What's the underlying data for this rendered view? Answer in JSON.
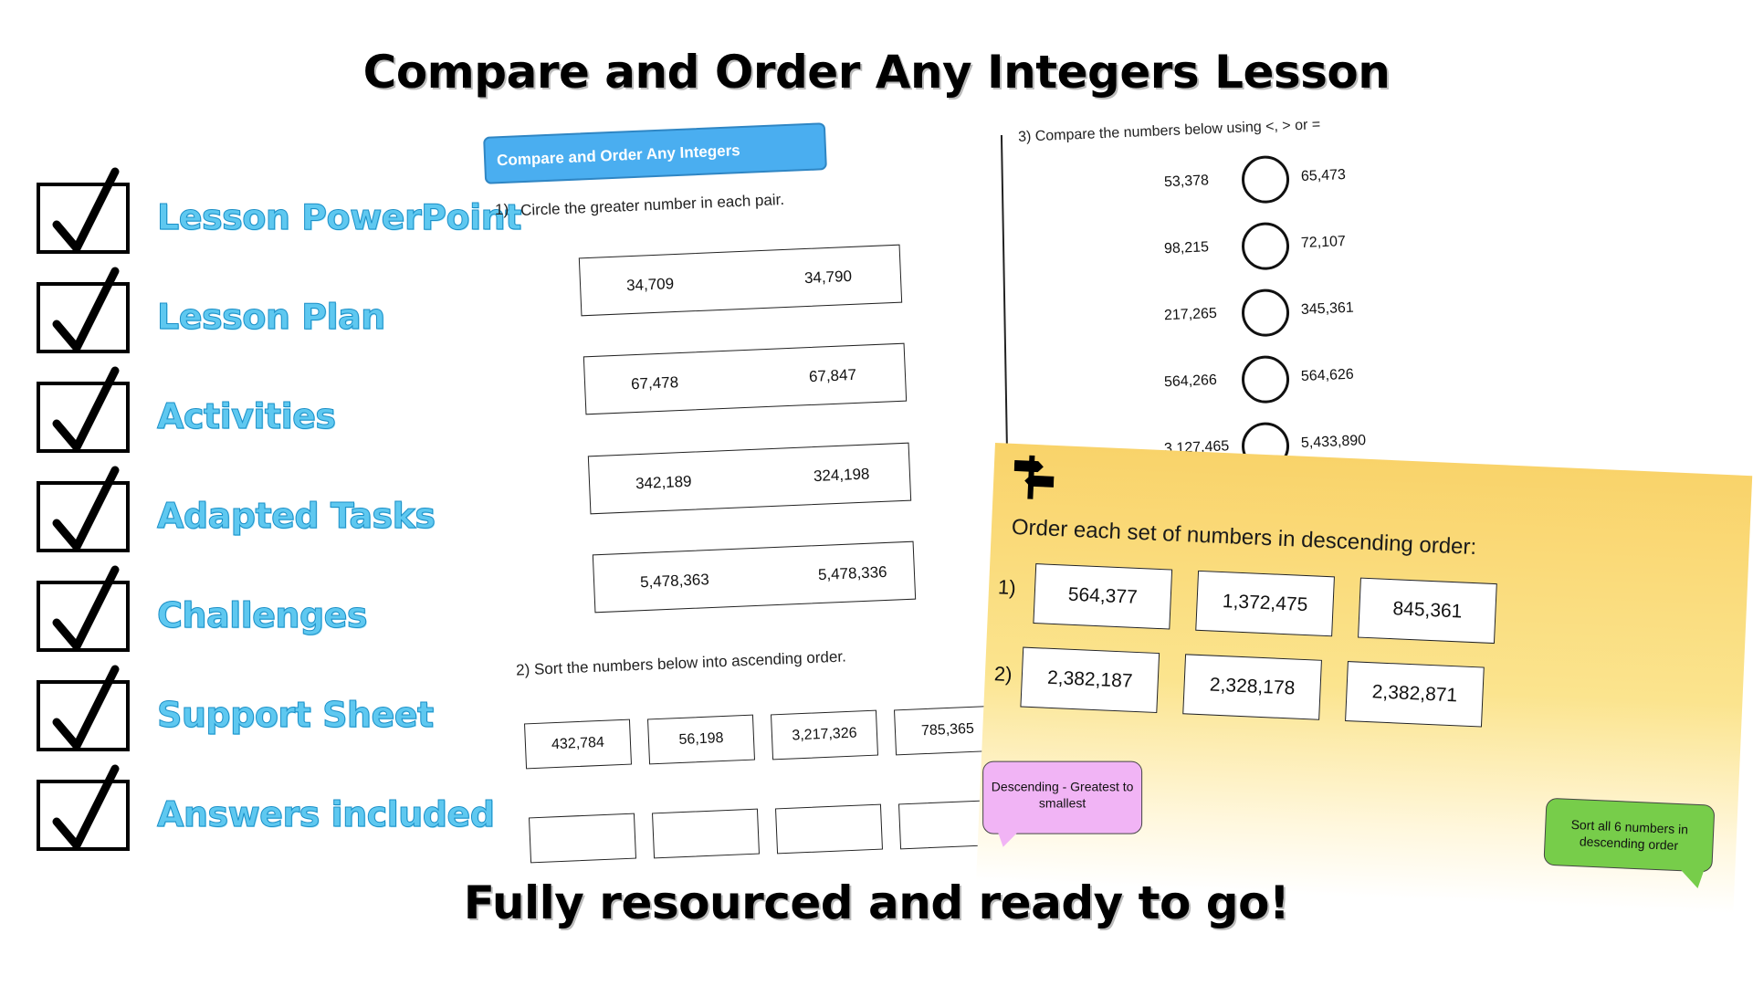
{
  "title": "Compare and Order Any Integers Lesson",
  "footer": "Fully resourced and ready to go!",
  "checklist": [
    {
      "label": "Lesson PowerPoint"
    },
    {
      "label": "Lesson Plan"
    },
    {
      "label": "Activities"
    },
    {
      "label": "Adapted Tasks"
    },
    {
      "label": "Challenges"
    },
    {
      "label": "Support Sheet"
    },
    {
      "label": "Answers included"
    }
  ],
  "worksheet": {
    "banner": "Compare and Order Any Integers",
    "q1": "Circle the greater number in each pair.",
    "q1_num": "1)",
    "pairs": [
      {
        "a": "34,709",
        "b": "34,790"
      },
      {
        "a": "67,478",
        "b": "67,847"
      },
      {
        "a": "342,189",
        "b": "324,198"
      },
      {
        "a": "5,478,363",
        "b": "5,478,336"
      }
    ],
    "q2": "2) Sort the numbers below into ascending order.",
    "sort_numbers": [
      "432,784",
      "56,198",
      "3,217,326",
      "785,365"
    ],
    "q3": "3) Compare the numbers below using <, > or =",
    "compare": [
      {
        "left": "53,378",
        "right": "65,473"
      },
      {
        "left": "98,215",
        "right": "72,107"
      },
      {
        "left": "217,265",
        "right": "345,361"
      },
      {
        "left": "564,266",
        "right": "564,626"
      },
      {
        "left": "3,127,465",
        "right": "5,433,890"
      }
    ]
  },
  "slide": {
    "question": "Order each set of numbers in descending order:",
    "set1_label": "1)",
    "set1": [
      "564,377",
      "1,372,475",
      "845,361"
    ],
    "set2_label": "2)",
    "set2": [
      "2,382,187",
      "2,328,178",
      "2,382,871"
    ],
    "hint_pink": "Descending - Greatest to smallest",
    "hint_green": "Sort all 6 numbers in descending order"
  }
}
